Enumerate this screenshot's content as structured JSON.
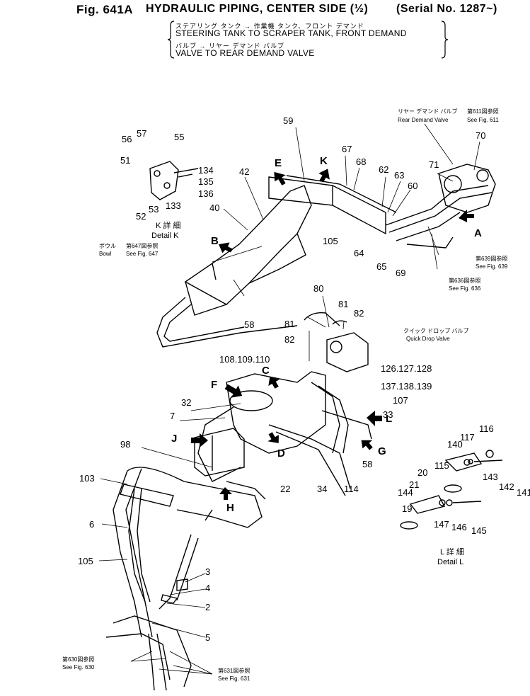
{
  "header": {
    "fig_no": "Fig. 641A",
    "title": "HYDRAULIC PIPING, CENTER SIDE (½)",
    "serial": "(Serial No. 1287~)",
    "line1_jp": "ステアリング タンク → 作業機 タンク、フロント デマンド",
    "line1": "STEERING TANK TO SCRAPER TANK, FRONT DEMAND",
    "line2_jp": "バルブ → リヤー デマンド バルブ",
    "line2": "VALVE TO REAR DEMAND VALVE"
  },
  "refs": {
    "rear_valve_jp": "リヤー デマンド バルブ",
    "rear_valve_fig_jp": "第611図参照",
    "rear_valve": "Rear Demand Valve",
    "rear_valve_fig": "See Fig. 611",
    "bowl_jp": "ボウル",
    "bowl_fig_jp": "第647図参照",
    "bowl": "Bowl",
    "bowl_fig": "See Fig. 647",
    "quick_jp": "クイック ドロップ バルブ",
    "quick": "Quick Drop Valve",
    "f639_jp": "第639図参照",
    "f639": "See Fig. 639",
    "f636_jp": "第636図参照",
    "f636": "See Fig. 636",
    "f630_jp": "第630図参照",
    "f630": "See Fig. 630",
    "f631_jp": "第631図参照",
    "f631": "See Fig. 631"
  },
  "details": {
    "k_jp": "K 詳 細",
    "k": "Detail K",
    "l_jp": "L 詳 細",
    "l": "Detail L"
  },
  "arrows": {
    "A": "A",
    "B": "B",
    "C": "C",
    "D": "D",
    "E": "E",
    "F": "F",
    "G": "G",
    "H": "H",
    "J": "J",
    "K": "K",
    "L": "L"
  },
  "parts": {
    "p2": "2",
    "p3": "3",
    "p4": "4",
    "p5": "5",
    "p6": "6",
    "p7": "7",
    "p19": "19",
    "p20": "20",
    "p21": "21",
    "p22": "22",
    "p32": "32",
    "p33": "33",
    "p34": "34",
    "p40": "40",
    "p42": "42",
    "p51": "51",
    "p52": "52",
    "p53": "53",
    "p55": "55",
    "p56": "56",
    "p57": "57",
    "p58a": "58",
    "p58b": "58",
    "p59": "59",
    "p60": "60",
    "p62": "62",
    "p63": "63",
    "p64": "64",
    "p65": "65",
    "p67": "67",
    "p68": "68",
    "p69": "69",
    "p70": "70",
    "p71": "71",
    "p80": "80",
    "p81a": "81",
    "p81b": "81",
    "p82a": "82",
    "p82b": "82",
    "p98": "98",
    "p103": "103",
    "p105a": "105",
    "p105b": "105",
    "p107": "107",
    "p108": "108.109.110",
    "p114": "114",
    "p115": "115",
    "p116": "116",
    "p117": "117",
    "p126": "126.127.128",
    "p133": "133",
    "p134": "134",
    "p135": "135",
    "p136": "136",
    "p137": "137.138.139",
    "p140": "140",
    "p141": "141",
    "p142": "142",
    "p143": "143",
    "p144": "144",
    "p145": "145",
    "p146": "146",
    "p147": "147"
  }
}
